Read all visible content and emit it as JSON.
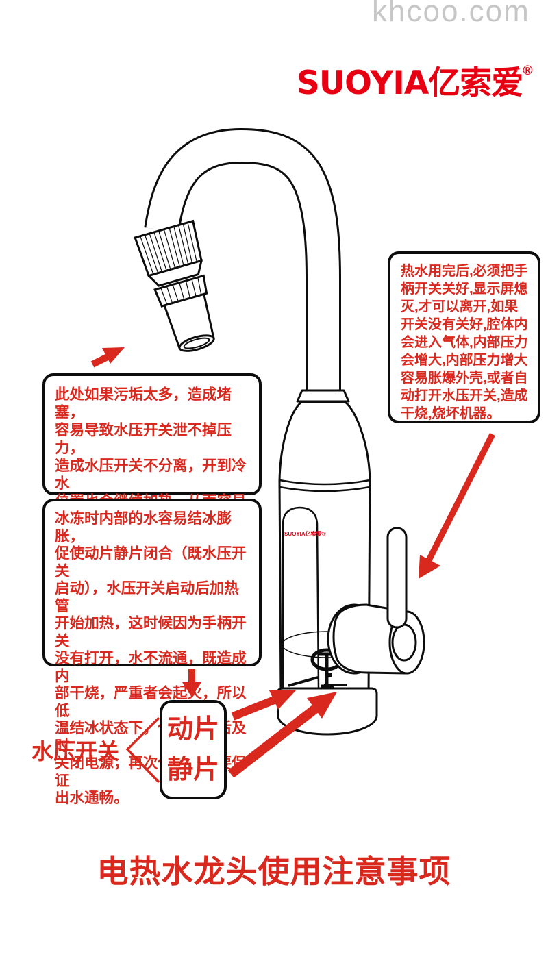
{
  "watermark": "khcoo.com",
  "brand": {
    "logo_text": "SUOYIA亿索爱",
    "registered_mark": "®",
    "body_logo": "SUOYIA亿索爱®"
  },
  "notes": {
    "right_box": "热水用完后,必须把手\n柄开关关好,显示屏熄\n灭,才可以离开,如果\n开关没有关好,腔体内\n会进入气体,内部压力\n会增大,内部压力增大\n容易胀爆外壳,或者自\n动打开水压开关,造成\n干烧,烧坏机器。",
    "left_box_1": "此处如果污垢太多，造成堵塞，\n容易导致水压开关泄不掉压力，\n造成水压开关不分离，开到冷水\n位置也会继续加热，从而容易烧\n坏产品,所有出水口要及时清理，\n并且不能增加阻流装置",
    "left_box_2": "冰冻时内部的水容易结冰膨胀，\n促使动片静片闭合（既水压开关\n启动），水压开关启动后加热管\n开始加热，这时候因为手柄开关\n没有打开，水不流通，既造成内\n部干烧，严重者会起火，所以低\n温结冰状态下，使用完毕后及时\n关闭电源，再次使用时，要保证\n出水通畅。"
  },
  "labels": {
    "pressure_switch": "水压开关",
    "moving_piece": "动片",
    "static_piece": "静片"
  },
  "title": "电热水龙头使用注意事项",
  "colors": {
    "accent_red": "#d9281e",
    "logo_red": "#e60012",
    "watermark_gray": "#c7c7c7",
    "line_black": "#0d0d0d"
  }
}
